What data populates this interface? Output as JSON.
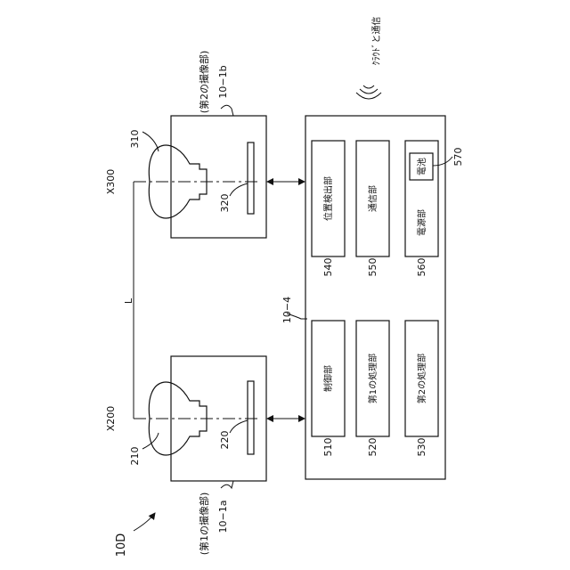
{
  "figure_label": "10D",
  "camera_top": {
    "name": "(第2の撮像部)",
    "ref": "10−1b",
    "lens_ref": "310",
    "sensor_ref": "320",
    "axis_ref": "X300"
  },
  "camera_bottom": {
    "name": "(第1の撮像部)",
    "ref": "10−1a",
    "lens_ref": "210",
    "sensor_ref": "220",
    "axis_ref": "X200"
  },
  "distance_label": "L",
  "cloud": {
    "label": "ｸﾗｳﾄﾞと通信"
  },
  "processor": {
    "ref": "10−4",
    "top_row": [
      {
        "label": "位置検出部",
        "ref": "540"
      },
      {
        "label": "通信部",
        "ref": "550"
      },
      {
        "label": "電源部",
        "ref": "560"
      }
    ],
    "bottom_row": [
      {
        "label": "制御部",
        "ref": "510"
      },
      {
        "label": "第1の処理部",
        "ref": "520"
      },
      {
        "label": "第2の処理部",
        "ref": "530"
      }
    ],
    "battery": {
      "label": "電池",
      "ref": "570"
    }
  }
}
